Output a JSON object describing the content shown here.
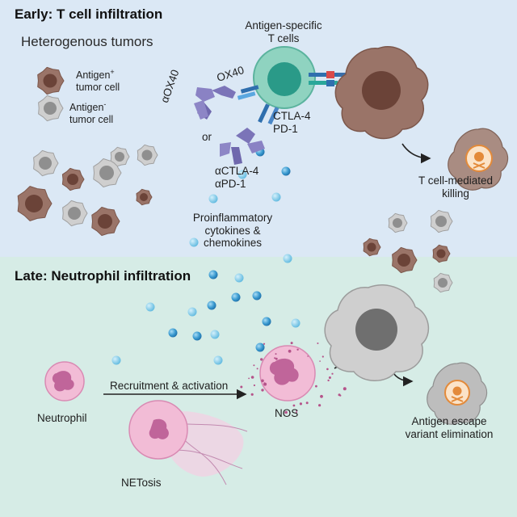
{
  "early": {
    "title": "Early: T cell infiltration",
    "subtitle": "Heterogenous tumors",
    "legend_pos_line1": "Antigen",
    "legend_pos_sup": "+",
    "legend_pos_line2": "tumor cell",
    "legend_neg_line1": "Antigen",
    "legend_neg_sup": "-",
    "legend_neg_line2": "tumor cell",
    "tcell_label_line1": "Antigen-specific",
    "tcell_label_line2": "T cells",
    "ox40": "OX40",
    "aox40": "αOX40",
    "or": "or",
    "ctla4": "CTLA-4",
    "pd1": "PD-1",
    "actla4": "αCTLA-4",
    "apd1": "αPD-1",
    "cytokines_line1": "Proinflammatory",
    "cytokines_line2": "cytokines &",
    "cytokines_line3": "chemokines",
    "killing_line1": "T cell-mediated",
    "killing_line2": "killing"
  },
  "late": {
    "title": "Late: Neutrophil infiltration",
    "neutrophil": "Neutrophil",
    "recruitment": "Recruitment & activation",
    "nos": "NOS",
    "netosis": "NETosis",
    "escape_line1": "Antigen escape",
    "escape_line2": "variant elimination"
  },
  "colors": {
    "early_bg": "#dbe8f5",
    "late_bg": "#d6ece6",
    "antigen_pos_cell": "#9a7468",
    "antigen_pos_nucleus": "#6b4338",
    "antigen_neg_cell": "#cfcfcf",
    "antigen_neg_nucleus": "#8f8f8f",
    "tcell": "#7fcab6",
    "tcell_nucleus": "#2a9a88",
    "antibody": "#7b74b8",
    "neutrophil": "#f2bcd6",
    "neutrophil_nucleus": "#c0659a",
    "cytokine": "#2f8fc9"
  }
}
